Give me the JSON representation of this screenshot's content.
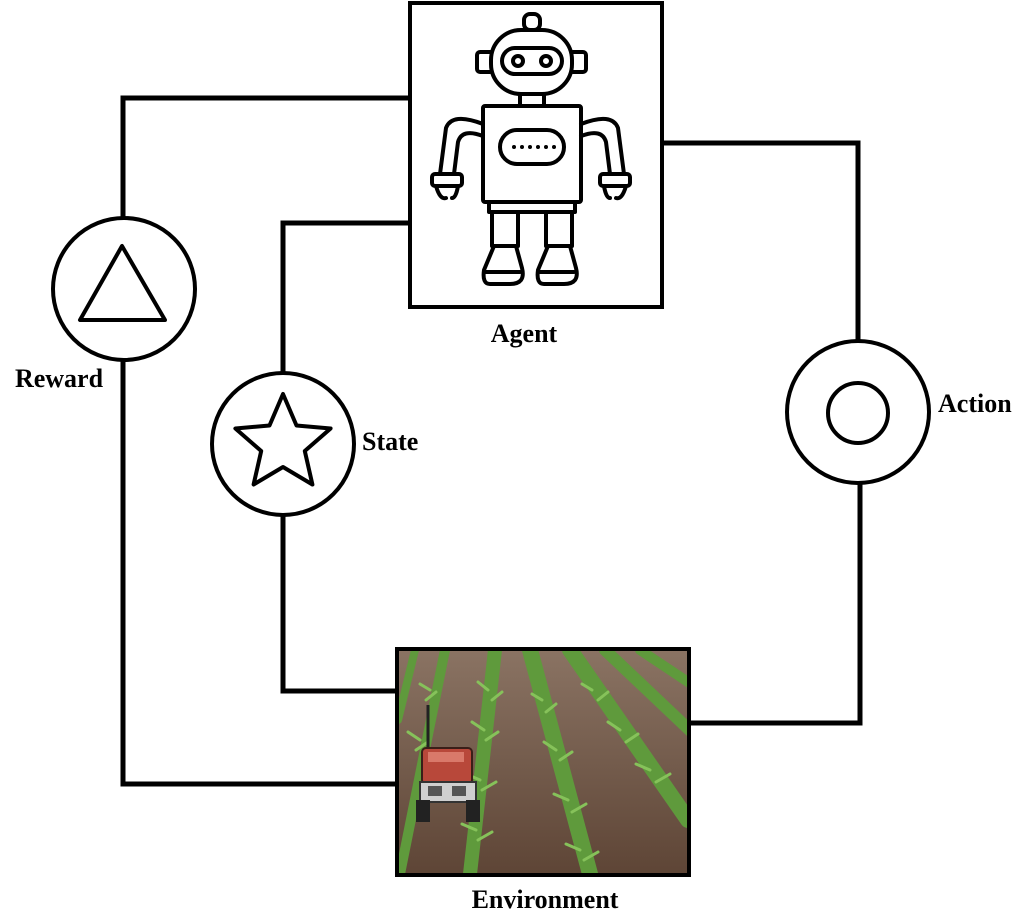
{
  "diagram": {
    "labels": {
      "agent": "Agent",
      "environment": "Environment",
      "reward": "Reward",
      "state": "State",
      "action": "Action"
    },
    "icons": {
      "agent": "robot-icon",
      "environment": "crop-field-robot-photo",
      "reward": "triangle-icon",
      "state": "star-icon",
      "action": "ring-icon"
    },
    "colors": {
      "line": "#000000",
      "background": "#ffffff",
      "soil": "#6e5546",
      "crop": "#5f9a3c",
      "robot_body": "#b8483a"
    }
  }
}
